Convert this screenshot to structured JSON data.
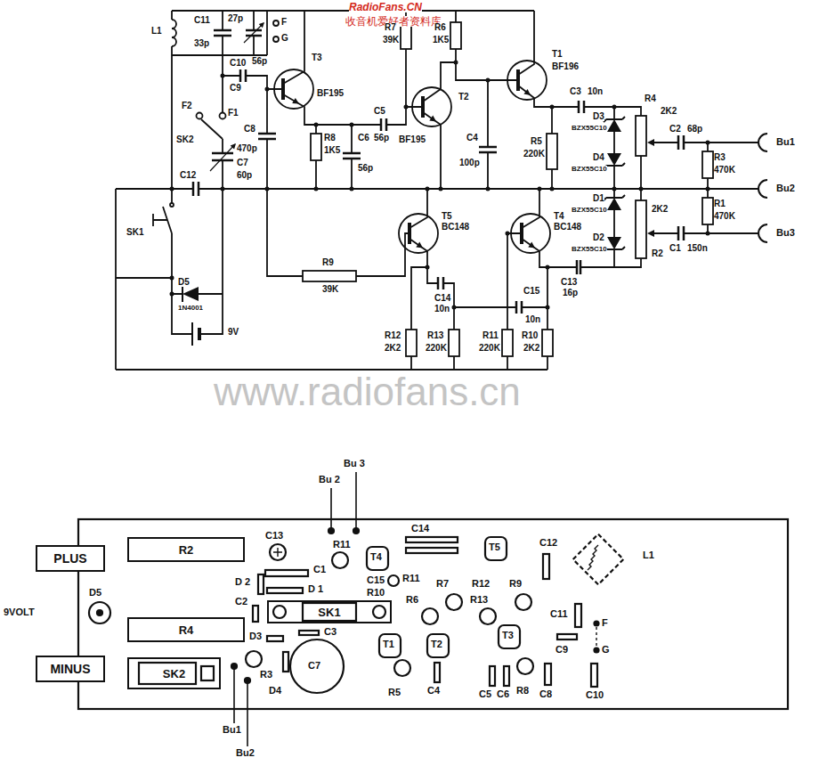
{
  "diagram": {
    "nodes": [
      {
        "text": [
          "PLUS"
        ]
      },
      {
        "text": [
          "R2"
        ]
      },
      {
        "text": [
          "SK1"
        ]
      },
      {
        "text": [
          "R4"
        ]
      },
      {
        "text": [
          "MINUS"
        ]
      },
      {
        "text": [
          "SK2"
        ]
      }
    ],
    "labels": [
      "RadioFans.CN",
      "收音机爱好者资料库",
      "www.radiofans.cn",
      "L1",
      "C11",
      "33p",
      "F",
      "G",
      "27p",
      "C10",
      "56p",
      "C9",
      "T3",
      "BF195",
      "R7",
      "39K",
      "R6",
      "1K5",
      "C5",
      "56p",
      "T2",
      "BF195",
      "T1",
      "BF196",
      "C3",
      "10n",
      "D3",
      "BZX55C10",
      "R4",
      "2K2",
      "C2",
      "68p",
      "R3",
      "470K",
      "Bu1",
      "Bu2",
      "Bu3",
      "R1",
      "470K",
      "C1",
      "150n",
      "R2",
      "2K2",
      "D4",
      "BZX55C10",
      "D1",
      "BZX55C10",
      "D2",
      "BZX55C10",
      "R5",
      "220K",
      "C4",
      "100p",
      "C8",
      "470p",
      "R8",
      "1K5",
      "C6",
      "56p",
      "F2",
      "F1",
      "SK2",
      "C7",
      "60p",
      "C12",
      "SK1",
      "D5",
      "1N4001",
      "9V",
      "R9",
      "39K",
      "T5",
      "BC148",
      "T4",
      "BC148",
      "C14",
      "10n",
      "C15",
      "10n",
      "C13",
      "16p",
      "R12",
      "2K2",
      "R13",
      "220K",
      "R11",
      "220K",
      "R10",
      "2K2",
      "Bu 2",
      "Bu 3",
      "C13",
      "D 2",
      "C1",
      "D 1",
      "C2",
      "R11",
      "T4",
      "C14",
      "C15",
      "R10",
      "R11",
      "T5",
      "R7",
      "R12",
      "R9",
      "C12",
      "L1",
      "R6",
      "R13",
      "C11",
      "F",
      "G",
      "C9",
      "C10",
      "D3",
      "C3",
      "D4",
      "C7",
      "T1",
      "T2",
      "T3",
      "R5",
      "C4",
      "C5",
      "C6",
      "R8",
      "C8",
      "R3",
      "9VOLT",
      "D5",
      "Bu1",
      "Bu2"
    ]
  }
}
